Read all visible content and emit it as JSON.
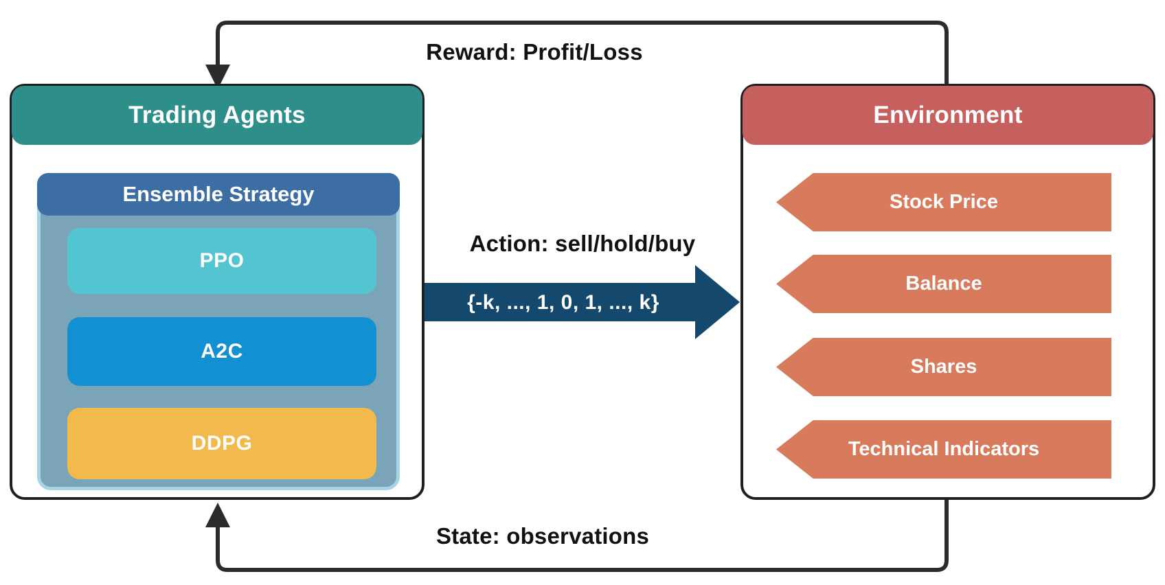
{
  "diagram": {
    "reward_flow": {
      "label": "Reward: Profit/Loss"
    },
    "action_flow": {
      "label": "Action: sell/hold/buy",
      "action_set": "{-k, ..., 1, 0, 1, ..., k}",
      "arrow_color": "#14496D"
    },
    "state_flow": {
      "label": "State: observations"
    },
    "line_color": "#2B2B2B",
    "trading_agents": {
      "title": "Trading Agents",
      "header_color": "#2E8F8A",
      "ensemble": {
        "title": "Ensemble Strategy",
        "header_color": "#3C6DA3",
        "body_color": "#7CA4B9",
        "body_border_color": "#A5D5E5",
        "algorithms": [
          {
            "label": "PPO",
            "color": "#52C5D0"
          },
          {
            "label": "A2C",
            "color": "#1390D1"
          },
          {
            "label": "DDPG",
            "color": "#F2BA4C"
          }
        ]
      }
    },
    "environment": {
      "title": "Environment",
      "header_color": "#C5605E",
      "item_color": "#D87A5C",
      "items": [
        {
          "label": "Stock Price"
        },
        {
          "label": "Balance"
        },
        {
          "label": "Shares"
        },
        {
          "label": "Technical Indicators"
        }
      ]
    }
  }
}
